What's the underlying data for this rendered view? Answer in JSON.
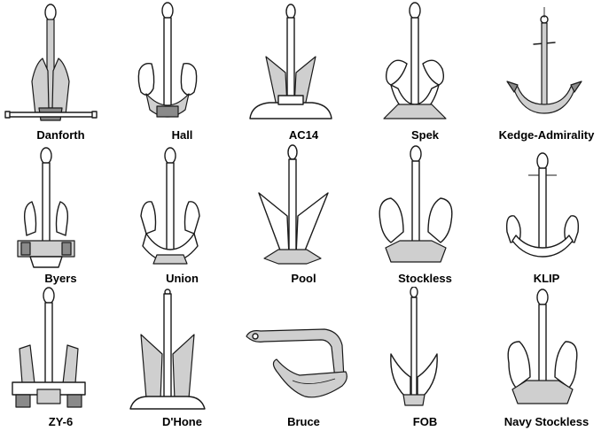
{
  "anchors": [
    {
      "label": "Danforth"
    },
    {
      "label": "Hall"
    },
    {
      "label": "AC14"
    },
    {
      "label": "Spek"
    },
    {
      "label": "Kedge-Admirality"
    },
    {
      "label": "Byers"
    },
    {
      "label": "Union"
    },
    {
      "label": "Pool"
    },
    {
      "label": "Stockless"
    },
    {
      "label": "KLIP"
    },
    {
      "label": "ZY-6"
    },
    {
      "label": "D'Hone"
    },
    {
      "label": "Bruce"
    },
    {
      "label": "FOB"
    },
    {
      "label": "Navy Stockless"
    }
  ]
}
